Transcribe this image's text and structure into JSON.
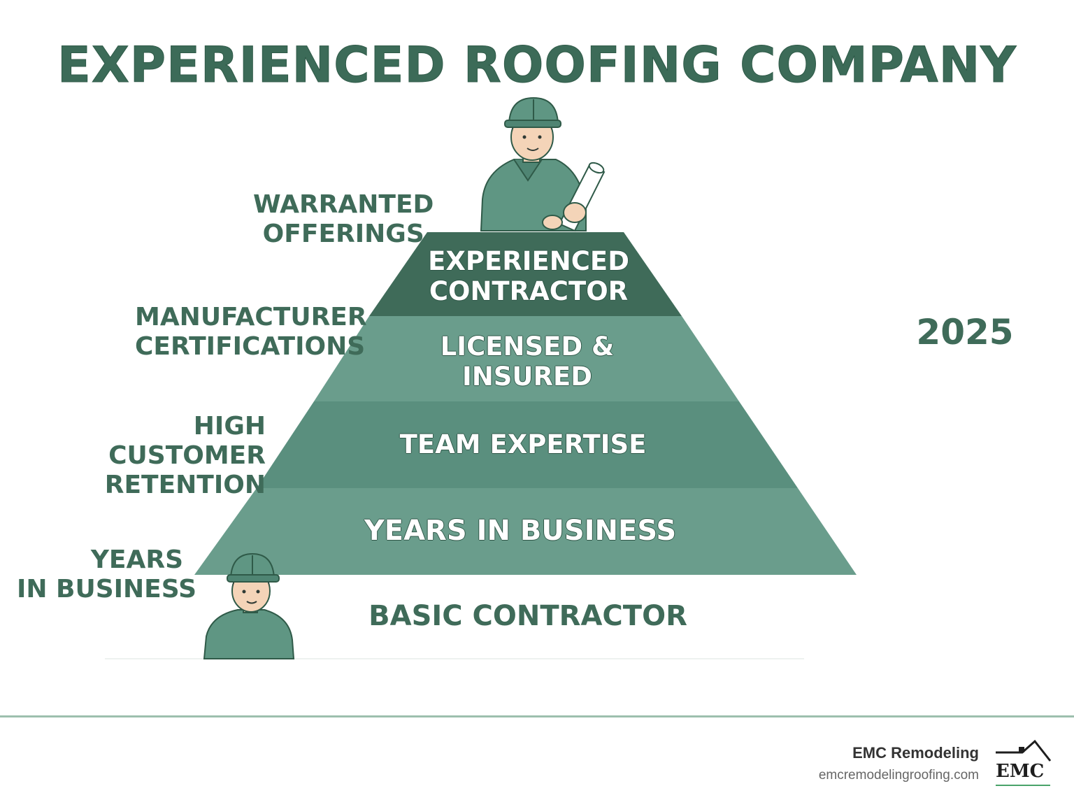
{
  "title": "EXPERIENCED ROOFING COMPANY",
  "year": "2025",
  "side_labels": {
    "warranted": [
      "WARRANTED",
      "OFFERINGS"
    ],
    "manufacturer": [
      "MANUFACTURER",
      "CERTIFICATIONS"
    ],
    "retention": [
      "HIGH",
      "CUSTOMER",
      "RETENTION"
    ],
    "years": [
      "YEARS",
      "IN BUSINESS"
    ]
  },
  "pyramid": {
    "tiers": [
      {
        "lines": [
          "EXPERIENCED",
          "CONTRACTOR"
        ],
        "color": "#3f6b59"
      },
      {
        "lines": [
          "LICENSED &",
          "INSURED"
        ],
        "color": "#6a9d8c"
      },
      {
        "lines": [
          "TEAM EXPERTISE"
        ],
        "color": "#5a8f7e"
      },
      {
        "lines": [
          "YEARS IN BUSINESS"
        ],
        "color": "#6a9d8c"
      }
    ],
    "base_label": "BASIC CONTRACTOR"
  },
  "icons": {
    "top_figure": "worker-with-blueprint-icon",
    "bottom_figure": "worker-icon",
    "logo": "house-roof-logo-icon"
  },
  "colors": {
    "primary": "#3f6b59",
    "tier_light": "#6a9d8c",
    "tier_mid": "#5a8f7e",
    "figure": "#5f9683"
  },
  "footer": {
    "brand_name": "EMC Remodeling",
    "url": "emcremodelingroofing.com",
    "logo_text": "EMC"
  }
}
